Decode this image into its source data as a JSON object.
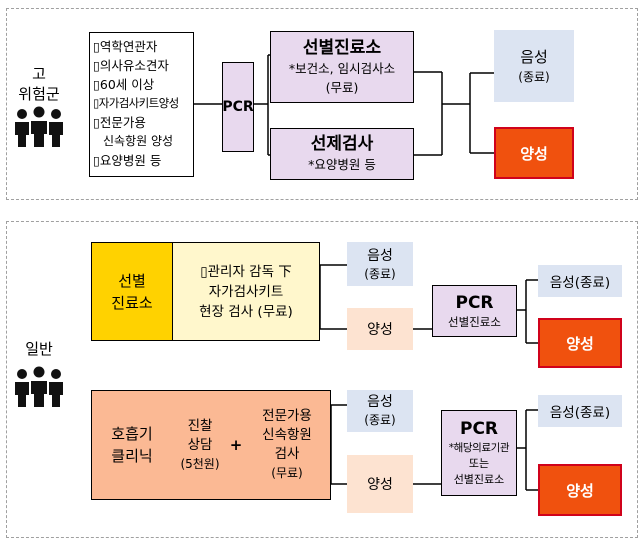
{
  "high_risk": {
    "group_label_1": "고",
    "group_label_2": "위험군",
    "list": [
      "▯역학연관자",
      "▯의사유소견자",
      "▯60세 이상",
      "▯자가검사키트양성",
      "▯전문가용",
      "신속항원 양성",
      "▯요양병원 등"
    ],
    "pcr": "PCR",
    "screening": {
      "title": "선별진료소",
      "sub1": "*보건소, 임시검사소",
      "sub2": "(무료)"
    },
    "preemptive": {
      "title": "선제검사",
      "sub": "*요양병원 등"
    },
    "negative": {
      "title": "음성",
      "sub": "(종료)"
    },
    "positive": "양성"
  },
  "general": {
    "group_label": "일반",
    "clinic1": {
      "title_1": "선별",
      "title_2": "진료소",
      "desc_1": "▯관리자 감독 下",
      "desc_2": "자가검사키트",
      "desc_3": "현장 검사 (무료)",
      "negative": {
        "title": "음성",
        "sub": "(종료)"
      },
      "positive": "양성",
      "pcr_title": "PCR",
      "pcr_sub": "선별진료소",
      "final_negative": "음성(종료)",
      "final_positive": "양성"
    },
    "clinic2": {
      "title_1": "호흡기",
      "title_2": "클리닉",
      "consult_1": "진찰",
      "consult_2": "상담",
      "consult_3": "(5천원)",
      "plus": "+",
      "test_1": "전문가용",
      "test_2": "신속항원",
      "test_3": "검사",
      "test_4": "(무료)",
      "negative": {
        "title": "음성",
        "sub": "(종료)"
      },
      "positive": "양성",
      "pcr_title": "PCR",
      "pcr_sub_1": "*해당의료기관",
      "pcr_sub_2": "또는",
      "pcr_sub_3": "선별진료소",
      "final_negative": "음성(종료)",
      "final_positive": "양성"
    }
  },
  "colors": {
    "pink": "#e8d9ee",
    "blue": "#dce4f2",
    "red": "#f0510e",
    "yellow": "#ffd200",
    "cream": "#fff7cc",
    "orange": "#fbb994",
    "peach_light": "#fde3d1"
  },
  "icons": [
    "people-icon"
  ]
}
